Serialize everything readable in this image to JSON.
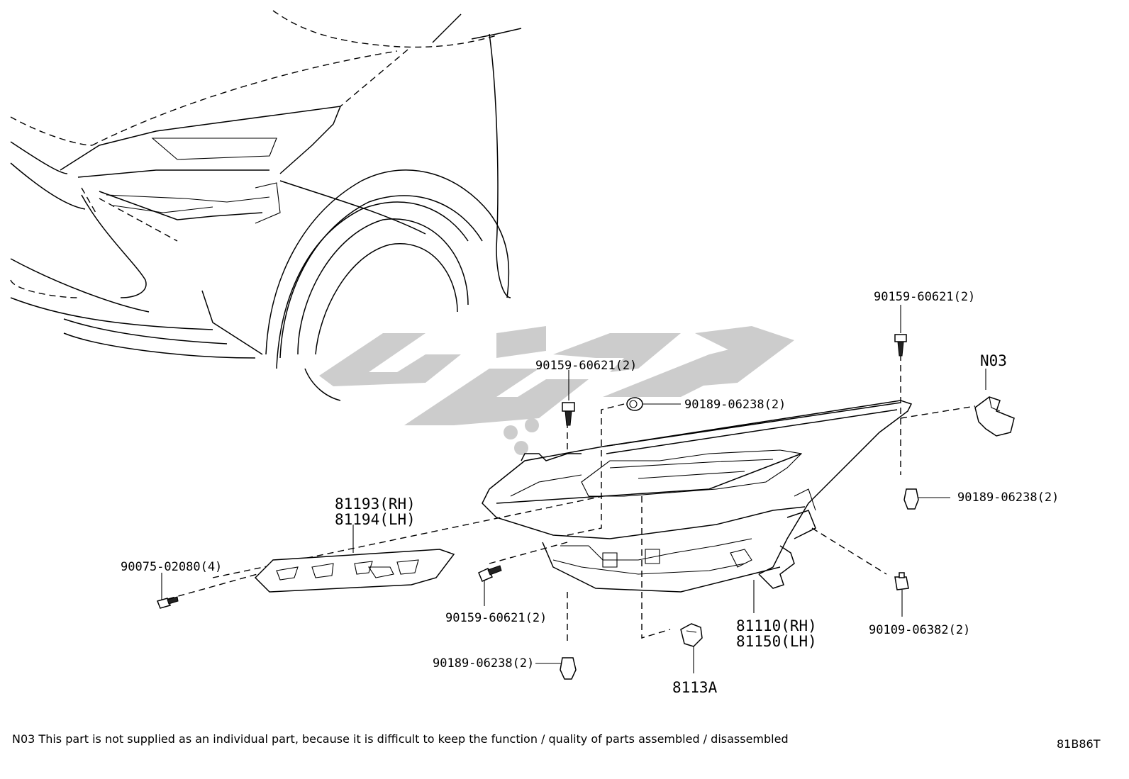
{
  "callouts": {
    "c1": "90159-60621(2)",
    "c2": "N03",
    "c3": "90159-60621(2)",
    "c4": "90189-06238(2)",
    "c5": "90189-06238(2)",
    "c6": "81193(RH)",
    "c7": "81194(LH)",
    "c8": "90075-02080(4)",
    "c9": "90159-60621(2)",
    "c10": "81110(RH)",
    "c11": "81150(LH)",
    "c12": "90109-06382(2)",
    "c13": "90189-06238(2)",
    "c14": "8113A"
  },
  "footnote": "N03 This part is not supplied as an individual part, because it is difficult to keep the function / quality of parts assembled / disassembled",
  "figure_code": "81B86T",
  "watermark": "گوپارت",
  "colors": {
    "line": "#000000",
    "background": "#ffffff",
    "watermark": "#c4c4c4"
  }
}
